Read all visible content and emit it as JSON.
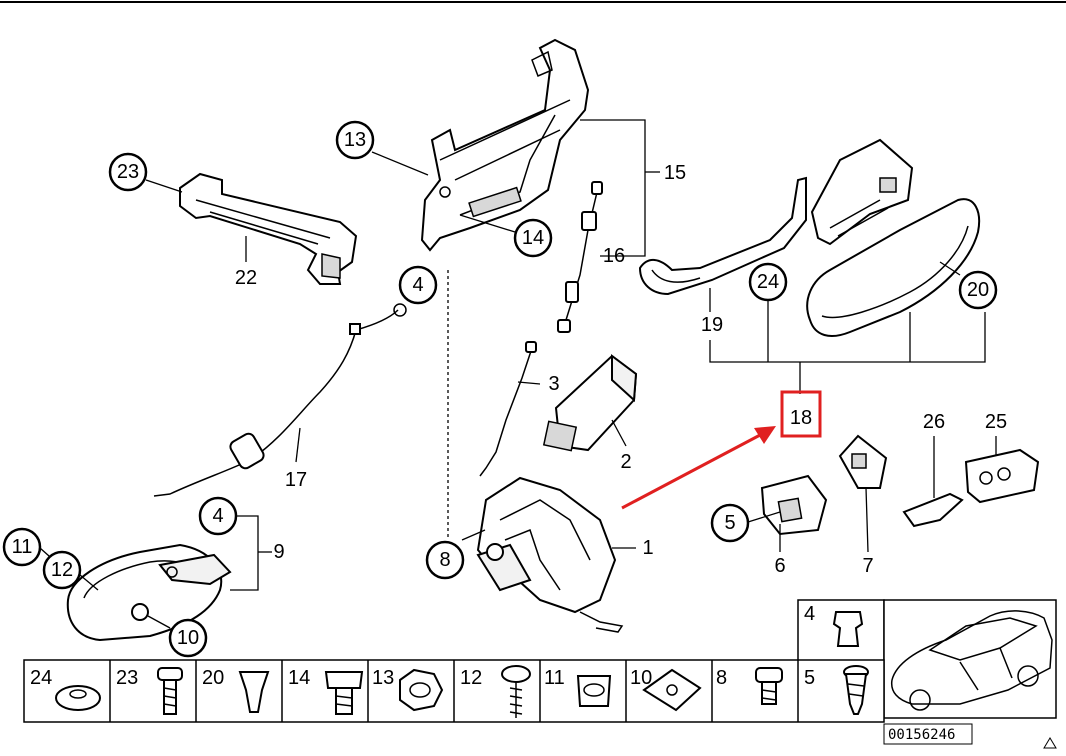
{
  "callouts": {
    "c23": "23",
    "c22": "22",
    "c13": "13",
    "c14": "14",
    "c15": "15",
    "c16": "16",
    "c4a": "4",
    "c17": "17",
    "c3": "3",
    "c2": "2",
    "c19": "19",
    "c24": "24",
    "c20": "20",
    "c18": "18",
    "c26": "26",
    "c25": "25",
    "c4b": "4",
    "c9": "9",
    "c11": "11",
    "c12": "12",
    "c10": "10",
    "c8": "8",
    "c1": "1",
    "c5": "5",
    "c6": "6",
    "c7": "7"
  },
  "strip": [
    "24",
    "23",
    "20",
    "14",
    "13",
    "12",
    "11",
    "10",
    "8",
    "5"
  ],
  "inset_label": "4",
  "reference": "00156246",
  "highlight_color": "#e02020"
}
